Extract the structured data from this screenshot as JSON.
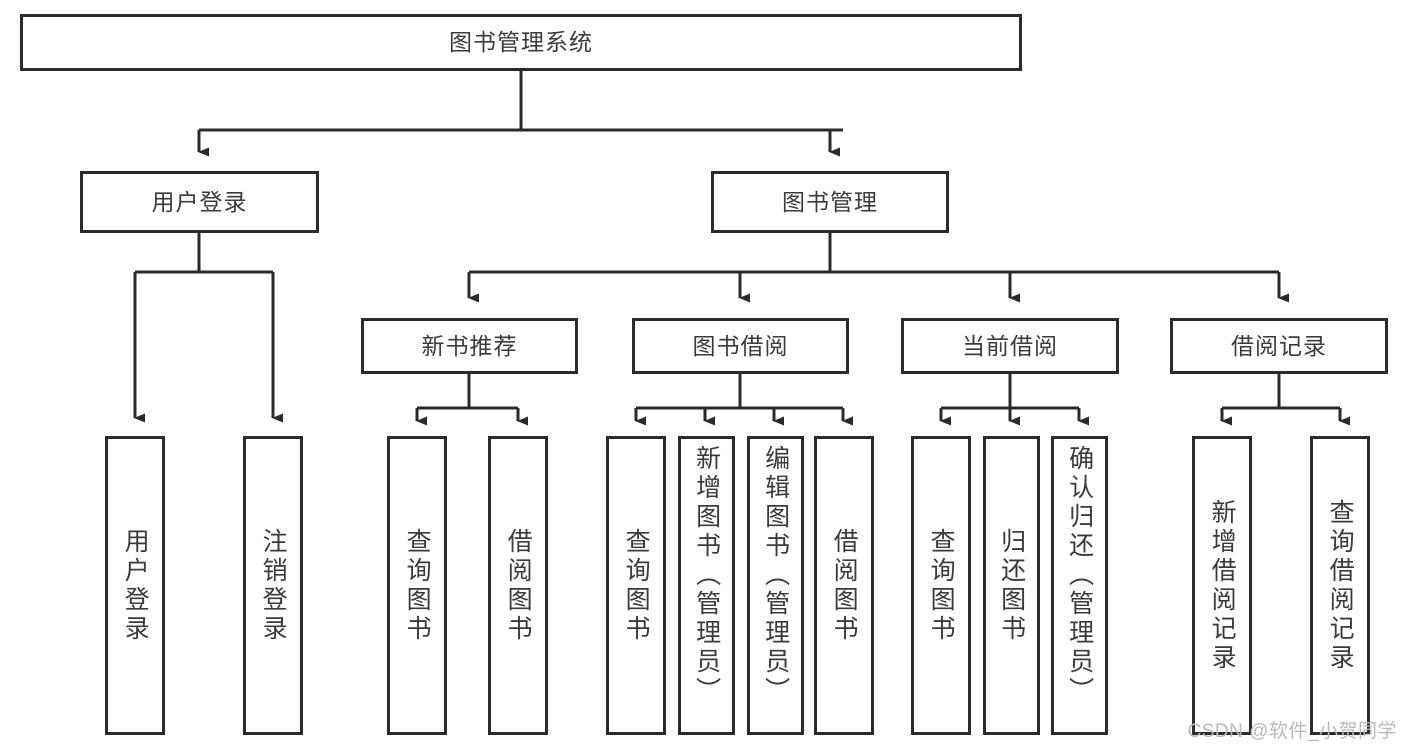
{
  "diagram": {
    "title": "图书管理系统",
    "type": "hierarchy-tree",
    "accent_color": "#2b2b2b",
    "text_color": "#3b3b3b",
    "background_color": "#ffffff",
    "root": {
      "id": "root",
      "label": "图书管理系统"
    },
    "level2": [
      {
        "id": "user-login",
        "label": "用户登录"
      },
      {
        "id": "book-management",
        "label": "图书管理"
      }
    ],
    "level3": [
      {
        "id": "new-book-recommend",
        "label": "新书推荐",
        "parent": "book-management"
      },
      {
        "id": "book-borrow",
        "label": "图书借阅",
        "parent": "book-management"
      },
      {
        "id": "current-borrow",
        "label": "当前借阅",
        "parent": "book-management"
      },
      {
        "id": "borrow-record",
        "label": "借阅记录",
        "parent": "book-management"
      }
    ],
    "leaves": [
      {
        "id": "leaf-user-login",
        "label": "用户登录",
        "parent": "user-login"
      },
      {
        "id": "leaf-user-logout",
        "label": "注销登录",
        "parent": "user-login"
      },
      {
        "id": "leaf-query-book-1",
        "label": "查询图书",
        "parent": "new-book-recommend"
      },
      {
        "id": "leaf-borrow-book-1",
        "label": "借阅图书",
        "parent": "new-book-recommend"
      },
      {
        "id": "leaf-query-book-2",
        "label": "查询图书",
        "parent": "book-borrow"
      },
      {
        "id": "leaf-add-book",
        "label": "新增图书（管理员）",
        "parent": "book-borrow"
      },
      {
        "id": "leaf-edit-book",
        "label": "编辑图书（管理员）",
        "parent": "book-borrow"
      },
      {
        "id": "leaf-borrow-book-2",
        "label": "借阅图书",
        "parent": "book-borrow"
      },
      {
        "id": "leaf-query-book-3",
        "label": "查询图书",
        "parent": "current-borrow"
      },
      {
        "id": "leaf-return-book",
        "label": "归还图书",
        "parent": "current-borrow"
      },
      {
        "id": "leaf-confirm-return",
        "label": "确认归还（管理员）",
        "parent": "current-borrow"
      },
      {
        "id": "leaf-add-record",
        "label": "新增借阅记录",
        "parent": "borrow-record"
      },
      {
        "id": "leaf-query-record",
        "label": "查询借阅记录",
        "parent": "borrow-record"
      }
    ]
  },
  "watermark": {
    "text": "CSDN @软件_小贺同学"
  }
}
